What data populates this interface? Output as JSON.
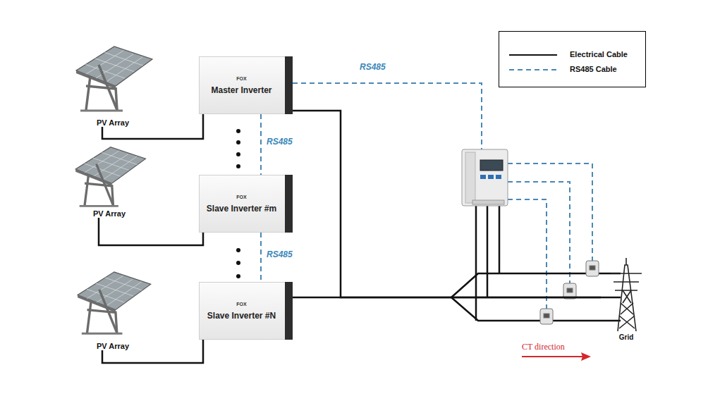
{
  "diagram": {
    "nodes": [
      {
        "text": [
          "PV Array"
        ]
      },
      {
        "text": [
          "FOX",
          "Master Inverter"
        ]
      },
      {
        "text": [
          "PV Array"
        ]
      },
      {
        "text": [
          "FOX",
          "Slave Inverter #m"
        ]
      },
      {
        "text": [
          "PV Array"
        ]
      },
      {
        "text": [
          "FOX",
          "Slave Inverter #N"
        ]
      },
      {
        "text": [
          "Grid"
        ]
      }
    ],
    "edges": [
      {
        "from": 0,
        "to": 1,
        "arrow": "none"
      },
      {
        "from": 2,
        "to": 3,
        "arrow": "none"
      },
      {
        "from": 4,
        "to": 5,
        "arrow": "none"
      },
      {
        "from": 1,
        "to": 3,
        "label": "RS485",
        "arrow": "none"
      },
      {
        "from": 3,
        "to": 5,
        "label": "RS485",
        "arrow": "none"
      },
      {
        "from": 1,
        "to": 6,
        "arrow": "none"
      },
      {
        "from": 5,
        "to": 6,
        "arrow": "none"
      }
    ],
    "labels": [
      "RS485",
      "CT direction"
    ],
    "legend": [
      {
        "text": "Electrical Cable"
      },
      {
        "text": "RS485 Cable"
      }
    ]
  }
}
